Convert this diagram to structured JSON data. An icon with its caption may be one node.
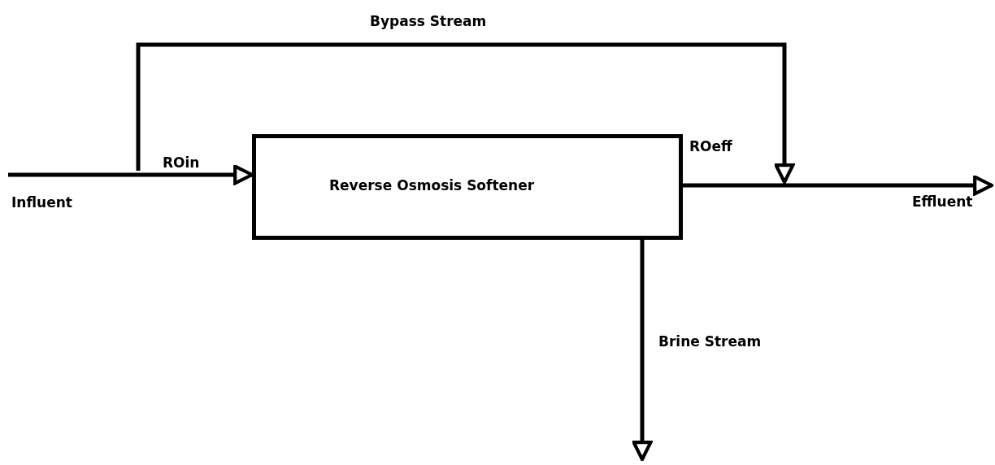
{
  "diagram": {
    "nodes": [
      {
        "text": [
          "Reverse Osmosis Softener"
        ]
      },
      {
        "text": [
          "Influent"
        ]
      },
      {
        "text": [
          "Effluent"
        ]
      }
    ],
    "edges": [
      {
        "from": 1,
        "to": 0,
        "arrow": "to",
        "label": "ROin"
      },
      {
        "from": 0,
        "to": 2,
        "arrow": "to",
        "label": "ROeff"
      },
      {
        "from": 1,
        "to": null,
        "arrow": "to",
        "label": "Bypass Stream"
      },
      {
        "from": 0,
        "to": null,
        "arrow": "to",
        "label": "Brine Stream"
      }
    ]
  }
}
